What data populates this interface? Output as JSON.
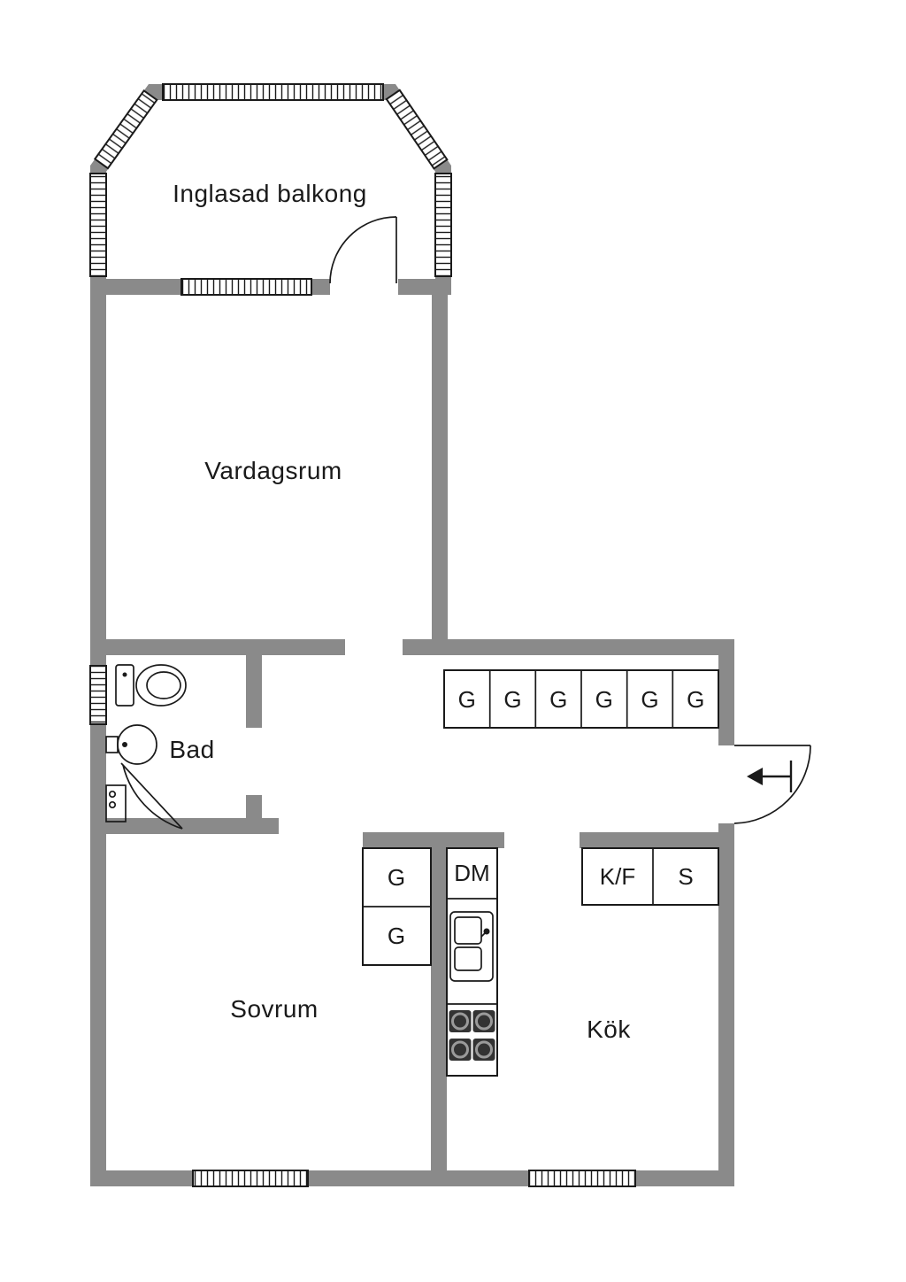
{
  "colors": {
    "background": "#ffffff",
    "wall": "#8a8a8a",
    "line": "#1a1a1a",
    "burner": "#333333"
  },
  "rooms": {
    "balcony": {
      "label": "Inglasad balkong"
    },
    "living": {
      "label": "Vardagsrum"
    },
    "bath": {
      "label": "Bad"
    },
    "bedroom": {
      "label": "Sovrum"
    },
    "kitchen": {
      "label": "Kök"
    }
  },
  "fixtures": {
    "hall_closets": [
      "G",
      "G",
      "G",
      "G",
      "G",
      "G"
    ],
    "bedroom_closets": [
      "G",
      "G"
    ],
    "dishwasher": "DM",
    "fridge_freezer": "K/F",
    "pantry": "S"
  },
  "icons": [
    "toilet-icon",
    "washbasin-icon",
    "washer-icon",
    "kitchen-sink-icon",
    "stove-icon",
    "entry-arrow-icon",
    "door-swing-icon",
    "window-glazing-icon"
  ]
}
